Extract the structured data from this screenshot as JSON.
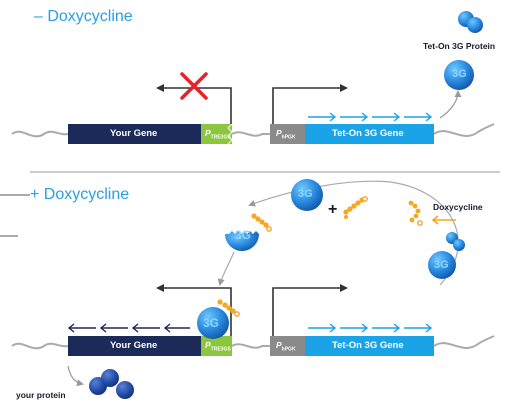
{
  "minus_panel": {
    "heading": "– Doxycycline",
    "your_gene": "Your Gene",
    "promoter_tre": {
      "main": "P",
      "sub": "TRE3GS"
    },
    "promoter_hpgk": {
      "main": "P",
      "sub": "hPGK"
    },
    "tet_on_gene": "Tet-On 3G Gene",
    "protein_label": "Tet-On 3G Protein"
  },
  "plus_panel": {
    "heading": "+ Doxycycline",
    "your_gene": "Your Gene",
    "promoter_tre": {
      "main": "P",
      "sub": "TRE3GS"
    },
    "promoter_hpgk": {
      "main": "P",
      "sub": "hPGK"
    },
    "tet_on_gene": "Tet-On 3G Gene",
    "dox_label": "Doxycycline",
    "protein_label": "your protein",
    "plus_sign": "+"
  },
  "protein_tag": "3G",
  "colors": {
    "heading": "#2a9fe0",
    "gene_navy": "#1c2a5a",
    "promoter_green": "#8cc63f",
    "promoter_grey": "#8a8a8a",
    "tet_on_blue": "#1aa3e6",
    "inhibit_red": "#e8202a",
    "dox_orange": "#f5a623",
    "protein_blue": "#2a7fd4"
  }
}
